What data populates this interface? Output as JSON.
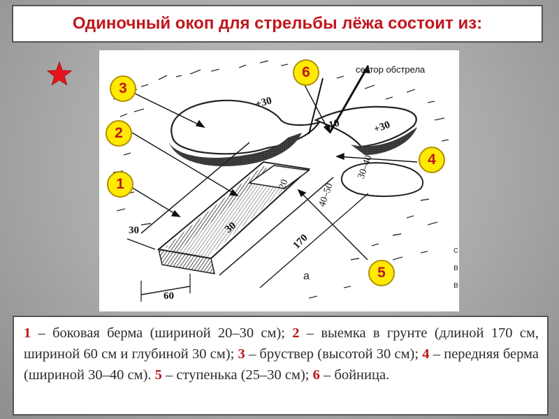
{
  "title": "Одиночный окоп для стрельбы лёжа состоит из:",
  "figure": {
    "sector_label": "сектор обстрела",
    "sub_label": "а",
    "dimensions": [
      "+30",
      "10",
      "+30",
      "30–40",
      "20",
      "40–50",
      "30",
      "170",
      "30",
      "60"
    ],
    "margin_letters": [
      "с",
      "в",
      "в"
    ]
  },
  "callouts": [
    "1",
    "2",
    "3",
    "4",
    "5",
    "6"
  ],
  "legend": [
    {
      "num": "1",
      "text": " – боковая берма (шириной 20–30 см); "
    },
    {
      "num": "2",
      "text": " – выемка в грунте (длиной 170 см, шириной 60 см и глубиной 30 см); "
    },
    {
      "num": "3",
      "text": " – бруствер (высотой 30 см); "
    },
    {
      "num": "4",
      "text": " – передняя берма (шириной 30–40 см). "
    },
    {
      "num": "5",
      "text": " – ступенька (25–30 см); "
    },
    {
      "num": "6",
      "text": " – бойница."
    }
  ],
  "colors": {
    "accent_red": "#c0161b",
    "callout_yellow": "#ffea00"
  }
}
